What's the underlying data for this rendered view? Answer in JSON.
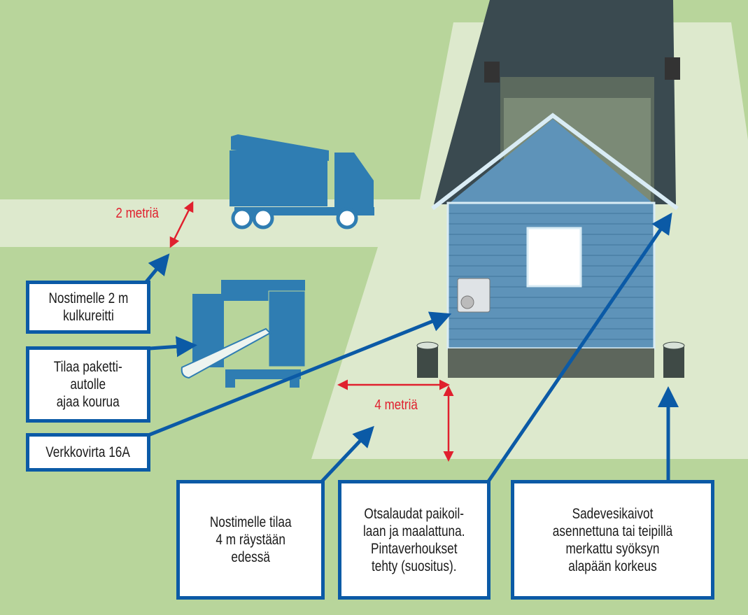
{
  "labels": {
    "two_meters": "2 metriä",
    "four_meters": "4 metriä"
  },
  "boxes": {
    "lift_path": "Nostimelle 2 m\nkulkureitti",
    "van_space": "Tilaa paketti-\nautolle\najaa kourua",
    "power": "Verkkovirta 16A",
    "lift_space": "Nostimelle tilaa\n4 m räystään\nedessä",
    "fascia": "Otsalaudat paikoil-\nlaan ja maalattuna.\nPintaverhoukset\ntehty (suositus).",
    "drains": "Sadevesikaivot\nasennettuna tai teipillä\nmerkattu syöksyn\nalapään korkeus"
  },
  "colors": {
    "grass": "#b8d59b",
    "path": "#dde9cd",
    "blue": "#0b5aa6",
    "vehicle": "#2f7db2",
    "red": "#e0202e",
    "siding": "#5e93b9",
    "roof": "#38474d"
  }
}
